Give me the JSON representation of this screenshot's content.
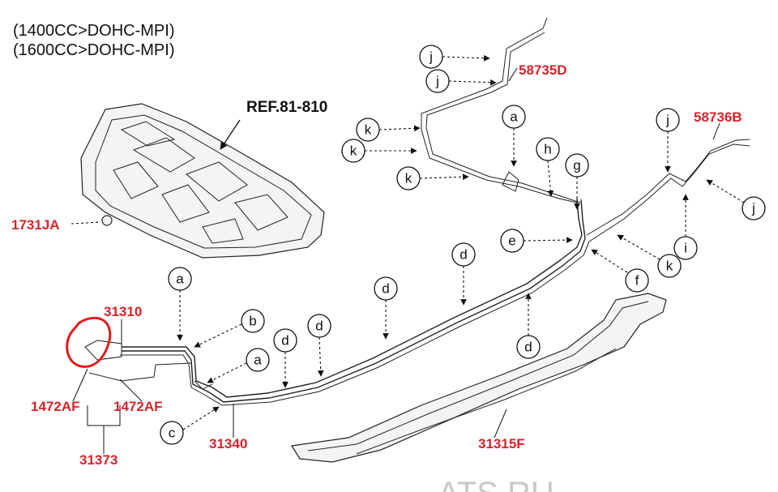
{
  "header": {
    "line1": "(1400CC>DOHC-MPI)",
    "line2": "(1600CC>DOHC-MPI)"
  },
  "reference": "REF.81-810",
  "part_numbers": {
    "p1731JA": "1731JA",
    "p31310": "31310",
    "p1472AF_left": "1472AF",
    "p1472AF_right": "1472AF",
    "p31373": "31373",
    "p31340": "31340",
    "p31315F": "31315F",
    "p58735D": "58735D",
    "p58736B": "58736B"
  },
  "callouts": {
    "j1": "j",
    "j2": "j",
    "j3": "j",
    "j4": "j",
    "k1": "k",
    "k2": "k",
    "k3": "k",
    "k4": "k",
    "a1": "a",
    "a2": "a",
    "a3": "a",
    "b1": "b",
    "c1": "c",
    "d1": "d",
    "d2": "d",
    "d3": "d",
    "d4": "d",
    "d5": "d",
    "e1": "e",
    "f1": "f",
    "g1": "g",
    "h1": "h",
    "i1": "i"
  },
  "watermark": "ATS.RU",
  "colors": {
    "part_number": "#d6242a",
    "highlight": "#e01b1b",
    "line": "#222222"
  }
}
